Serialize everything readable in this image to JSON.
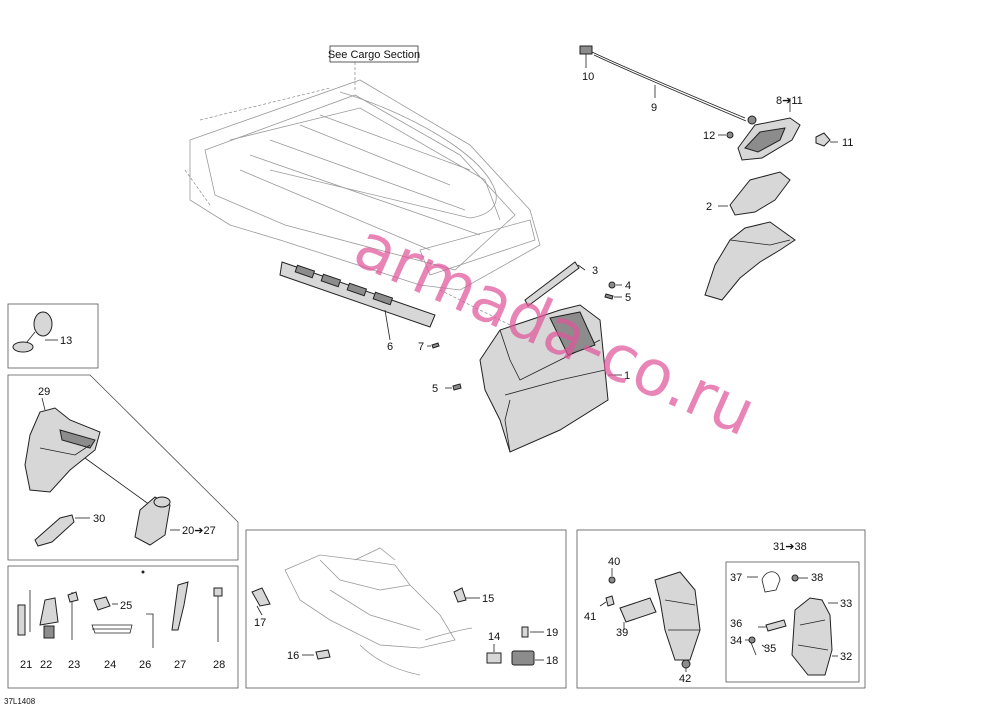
{
  "diagram": {
    "reference_note": "See Cargo Section",
    "figure_code": "37L1408",
    "watermark": "armada-co.ru",
    "callouts": {
      "c1": "1",
      "c2": "2",
      "c3": "3",
      "c4": "4",
      "c5a": "5",
      "c5b": "5",
      "c6": "6",
      "c7": "7",
      "c8": "8➔11",
      "c9": "9",
      "c10": "10",
      "c11": "11",
      "c12": "12",
      "c13": "13",
      "c14": "14",
      "c15": "15",
      "c16": "16",
      "c17": "17",
      "c18": "18",
      "c19": "19",
      "c20": "20➔27",
      "c21": "21",
      "c22": "22",
      "c23": "23",
      "c24": "24",
      "c25": "25",
      "c26": "26",
      "c27": "27",
      "c28": "28",
      "c29": "29",
      "c30": "30",
      "c31": "31➔38",
      "c32": "32",
      "c33": "33",
      "c34": "34",
      "c35": "35",
      "c36": "36",
      "c37": "37",
      "c38": "38",
      "c39": "39",
      "c40": "40",
      "c41": "41",
      "c42": "42"
    }
  }
}
